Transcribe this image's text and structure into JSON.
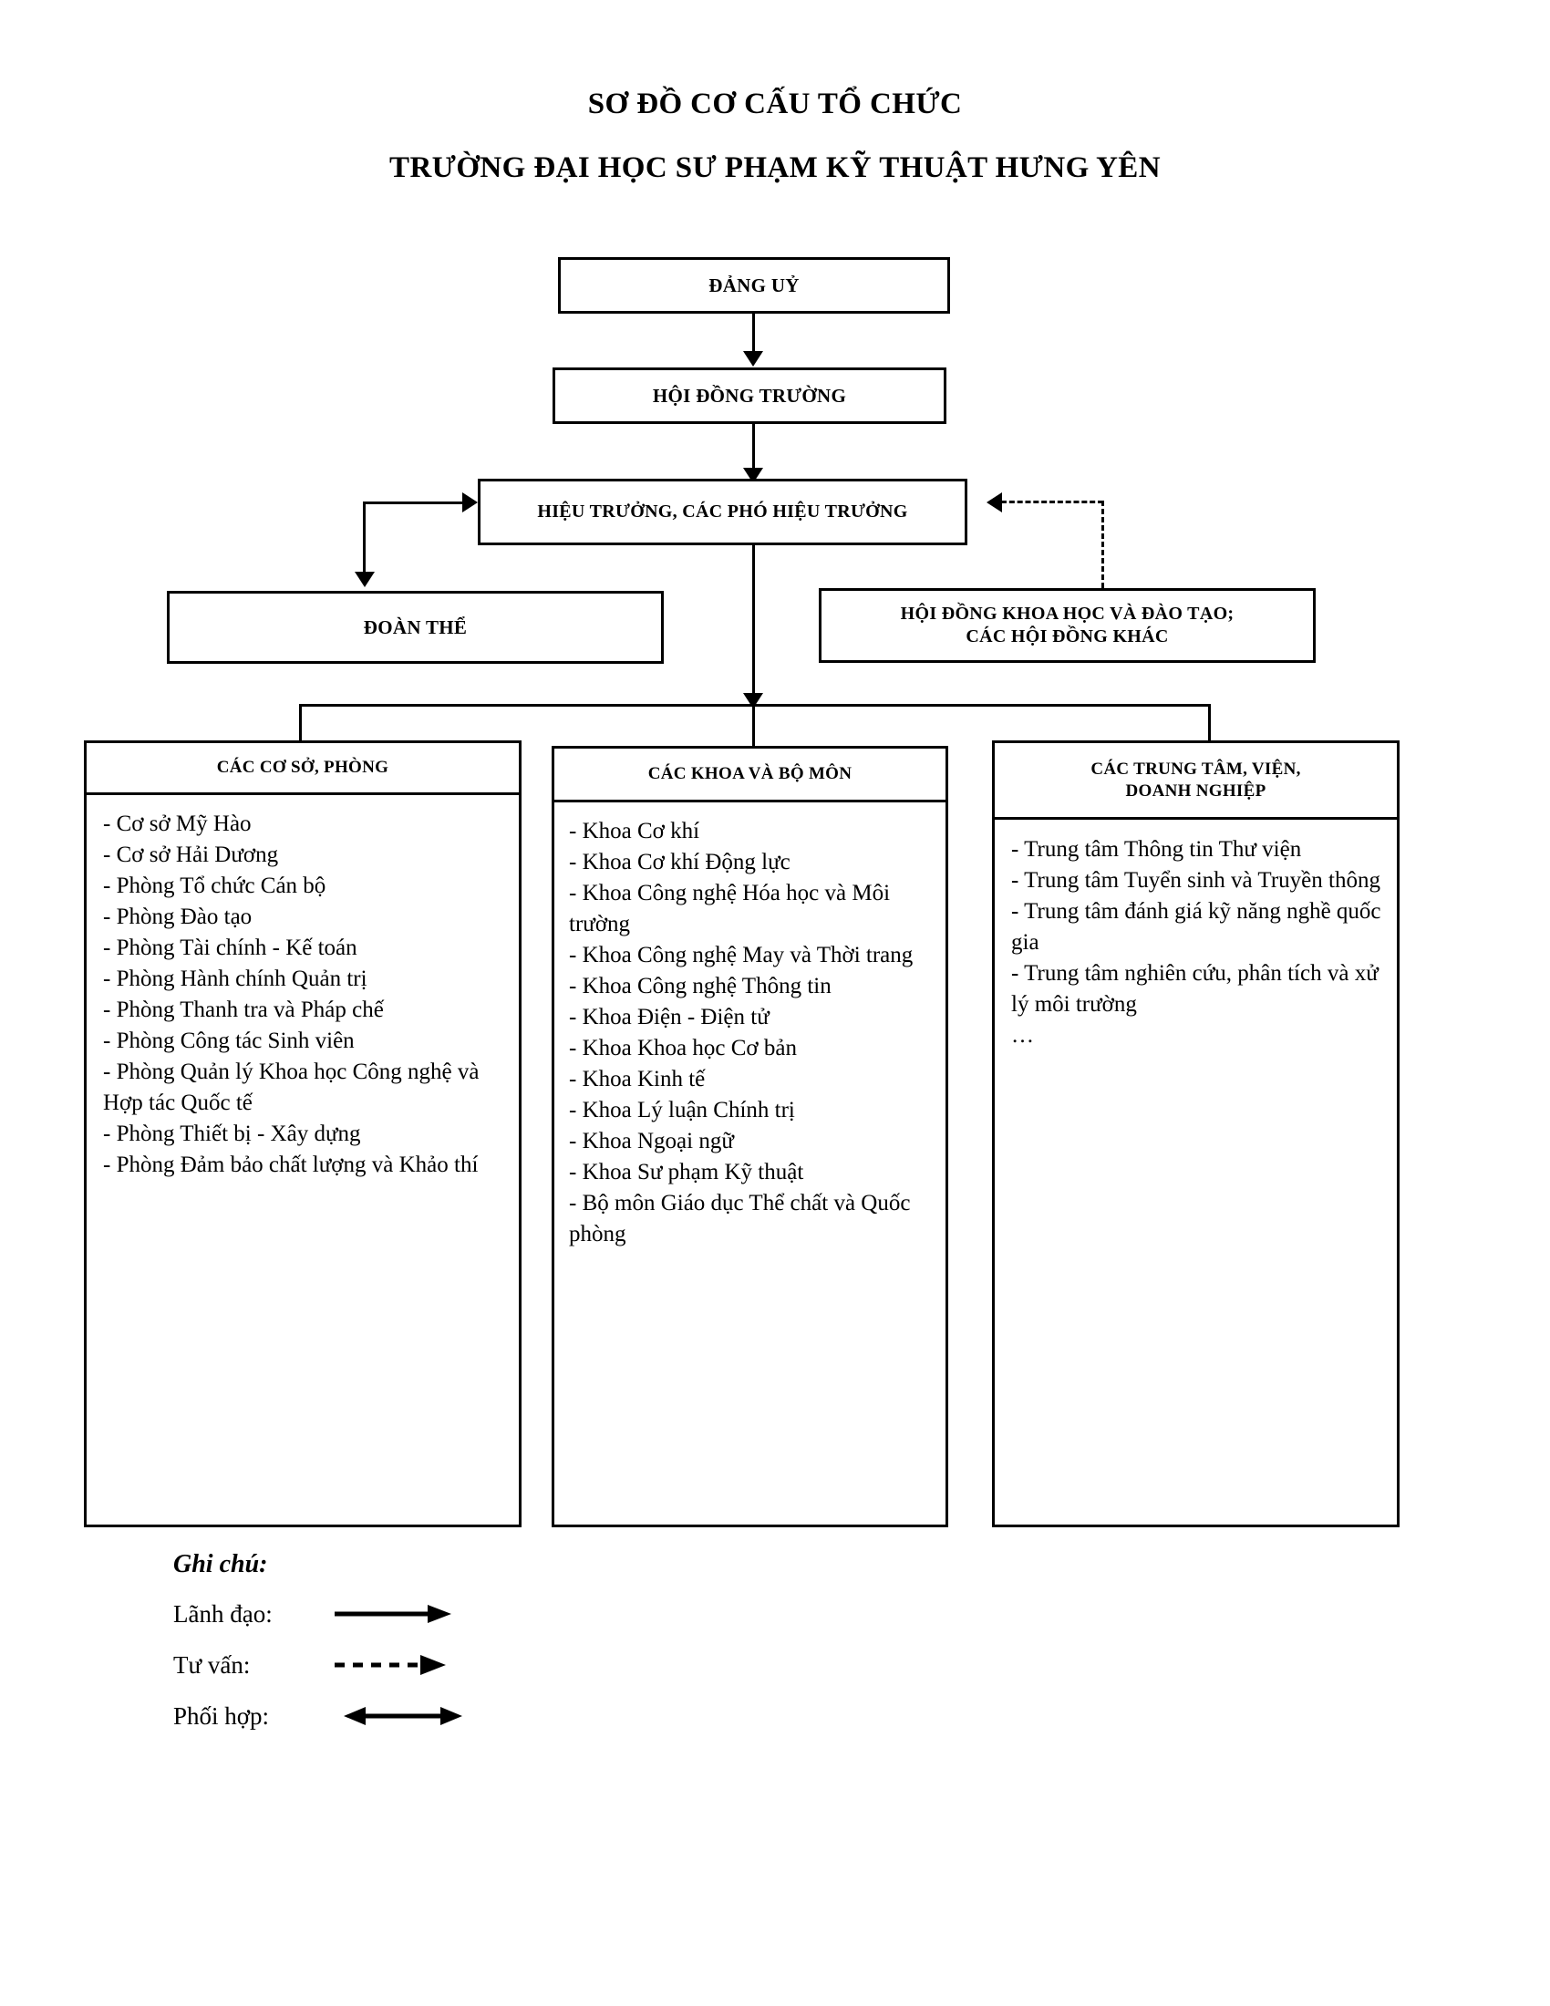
{
  "title": {
    "line1": "SƠ ĐỒ CƠ CẤU TỔ CHỨC",
    "line2": "TRƯỜNG ĐẠI HỌC SƯ PHẠM KỸ THUẬT HƯNG YÊN"
  },
  "colors": {
    "line": "#000000",
    "background": "#ffffff",
    "text": "#000000"
  },
  "nodes": {
    "dang_uy": "ĐẢNG UỶ",
    "hoi_dong_truong": "HỘI ĐỒNG TRƯỜNG",
    "hieu_truong": "HIỆU TRƯỞNG, CÁC PHÓ HIỆU TRƯỞNG",
    "doan_the": "ĐOÀN THỂ",
    "hoi_dong_khoa_hoc_line1": "HỘI ĐỒNG KHOA HỌC VÀ ĐÀO TẠO;",
    "hoi_dong_khoa_hoc_line2": "CÁC HỘI ĐỒNG KHÁC"
  },
  "columns": [
    {
      "header": "CÁC CƠ SỞ, PHÒNG",
      "items": [
        "- Cơ sở Mỹ Hào",
        "- Cơ sở Hải Dương",
        "- Phòng Tổ chức Cán bộ",
        "- Phòng Đào tạo",
        "- Phòng Tài chính - Kế toán",
        "- Phòng Hành chính Quản trị",
        "- Phòng Thanh tra và Pháp chế",
        "- Phòng Công tác Sinh viên",
        "- Phòng Quản lý Khoa học Công nghệ và Hợp tác Quốc tế",
        "- Phòng Thiết bị - Xây dựng",
        "- Phòng Đảm bảo chất lượng và Khảo thí"
      ]
    },
    {
      "header": "CÁC KHOA VÀ BỘ MÔN",
      "items": [
        "- Khoa Cơ khí",
        "- Khoa Cơ khí Động lực",
        "- Khoa Công nghệ Hóa học và Môi trường",
        "- Khoa Công nghệ May và Thời trang",
        "- Khoa Công nghệ Thông tin",
        "- Khoa Điện - Điện tử",
        "- Khoa Khoa học Cơ bản",
        "- Khoa Kinh tế",
        "- Khoa Lý luận Chính trị",
        "- Khoa Ngoại ngữ",
        "- Khoa Sư phạm Kỹ thuật",
        "- Bộ môn Giáo dục Thể chất và Quốc phòng"
      ]
    },
    {
      "header_line1": "CÁC TRUNG TÂM, VIỆN,",
      "header_line2": "DOANH NGHIỆP",
      "items": [
        "- Trung tâm Thông tin Thư viện",
        "- Trung tâm Tuyển sinh và Truyền thông",
        "- Trung tâm đánh giá kỹ năng nghề quốc gia",
        "- Trung tâm nghiên cứu, phân tích và xử lý môi trường",
        "…"
      ]
    }
  ],
  "legend": {
    "title": "Ghi chú:",
    "rows": [
      {
        "label": "Lãnh đạo:",
        "style": "solid-arrow"
      },
      {
        "label": "Tư vấn:",
        "style": "dashed-arrow"
      },
      {
        "label": "Phối hợp:",
        "style": "double-arrow"
      }
    ]
  },
  "chart_data": {
    "type": "diagram",
    "title": "SƠ ĐỒ CƠ CẤU TỔ CHỨC TRƯỜNG ĐẠI HỌC SƯ PHẠM KỸ THUẬT HƯNG YÊN",
    "edges": [
      {
        "from": "ĐẢNG UỶ",
        "to": "HỘI ĐỒNG TRƯỜNG",
        "style": "solid-arrow",
        "meaning": "Lãnh đạo"
      },
      {
        "from": "HỘI ĐỒNG TRƯỜNG",
        "to": "HIỆU TRƯỞNG, CÁC PHÓ HIỆU TRƯỞNG",
        "style": "solid-arrow",
        "meaning": "Lãnh đạo"
      },
      {
        "from": "HIỆU TRƯỞNG, CÁC PHÓ HIỆU TRƯỞNG",
        "to": "ĐOÀN THỂ",
        "style": "double-arrow",
        "meaning": "Phối hợp"
      },
      {
        "from": "HỘI ĐỒNG KHOA HỌC VÀ ĐÀO TẠO; CÁC HỘI ĐỒNG KHÁC",
        "to": "HIỆU TRƯỞNG, CÁC PHÓ HIỆU TRƯỞNG",
        "style": "dashed-arrow",
        "meaning": "Tư vấn"
      },
      {
        "from": "HIỆU TRƯỞNG, CÁC PHÓ HIỆU TRƯỞNG",
        "to": "CÁC CƠ SỞ, PHÒNG",
        "style": "solid-arrow",
        "meaning": "Lãnh đạo"
      },
      {
        "from": "HIỆU TRƯỞNG, CÁC PHÓ HIỆU TRƯỞNG",
        "to": "CÁC KHOA VÀ BỘ MÔN",
        "style": "solid-arrow",
        "meaning": "Lãnh đạo"
      },
      {
        "from": "HIỆU TRƯỞNG, CÁC PHÓ HIỆU TRƯỞNG",
        "to": "CÁC TRUNG TÂM, VIỆN, DOANH NGHIỆP",
        "style": "solid-arrow",
        "meaning": "Lãnh đạo"
      }
    ]
  }
}
